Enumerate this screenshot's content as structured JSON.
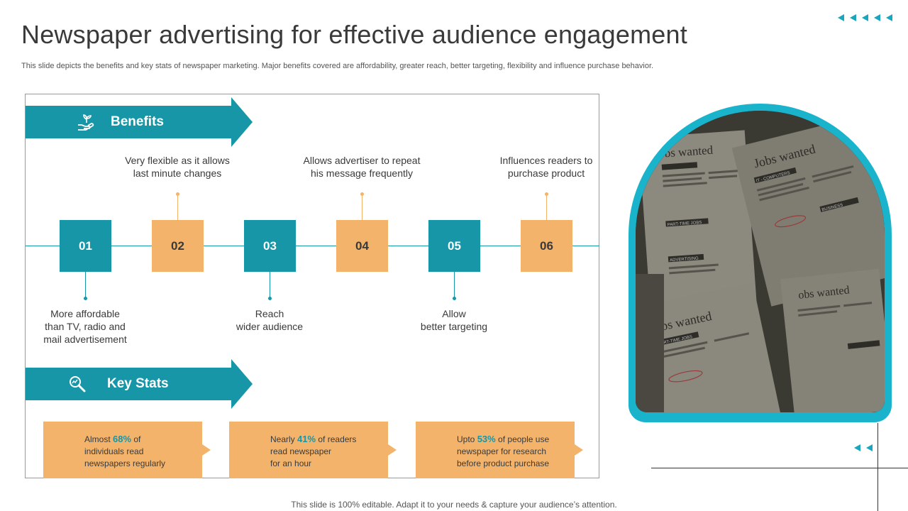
{
  "slide": {
    "title": "Newspaper advertising for effective audience engagement",
    "subtitle": "This slide depicts the benefits and key stats of newspaper marketing. Major benefits covered are affordability, greater reach, better targeting, flexibility and influence purchase behavior.",
    "footer": "This slide is 100% editable. Adapt it to your needs & capture your audience’s attention."
  },
  "benefits": {
    "heading": "Benefits",
    "icon": "hand-plant-icon",
    "steps": [
      {
        "num": "01",
        "text_lines": [
          "More affordable",
          "than TV, radio and",
          "mail advertisement"
        ]
      },
      {
        "num": "02",
        "text_lines": [
          "Very flexible as it allows",
          "last minute changes"
        ]
      },
      {
        "num": "03",
        "text_lines": [
          "Reach",
          "wider audience"
        ]
      },
      {
        "num": "04",
        "text_lines": [
          "Allows advertiser to repeat",
          "his message frequently"
        ]
      },
      {
        "num": "05",
        "text_lines": [
          "Allow",
          "better targeting"
        ]
      },
      {
        "num": "06",
        "text_lines": [
          "Influences readers to",
          "purchase product"
        ]
      }
    ]
  },
  "key_stats": {
    "heading": "Key Stats",
    "icon": "magnifier-icon",
    "items": [
      {
        "pre": "Almost ",
        "pct": "68%",
        "post_first": " of",
        "rest": [
          "individuals read",
          "newspapers regularly"
        ]
      },
      {
        "pre": "Nearly ",
        "pct": "41%",
        "post_first": " of readers",
        "rest": [
          "read newspaper",
          "for an hour"
        ]
      },
      {
        "pre": "Upto ",
        "pct": "53%",
        "post_first": " of people use",
        "rest": [
          "newspaper for research",
          "before product purchase"
        ]
      }
    ]
  },
  "photo": {
    "texts": [
      "Jobs wanted",
      "Jobs wanted",
      "Jobs wanted",
      "obs wanted",
      "PART-TIME JOBS",
      "ADVERTISING",
      "BUSINESS",
      "IT - COMPUTERS",
      "PART-TIME JOBS"
    ]
  },
  "colors": {
    "teal": "#1796a8",
    "orange": "#f3b36b",
    "frame": "#19b4cc"
  }
}
